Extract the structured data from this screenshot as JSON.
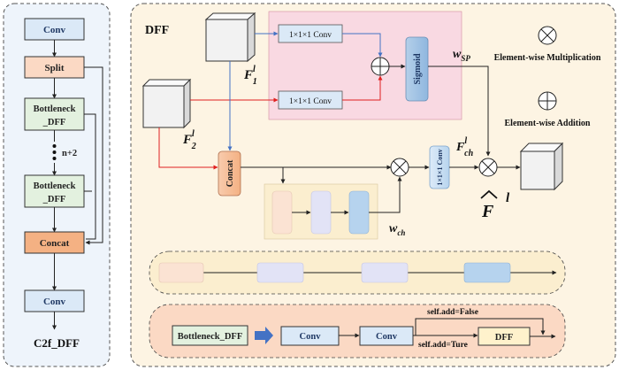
{
  "left_panel": {
    "title": "C2f_DFF",
    "blocks": {
      "conv_top": "Conv",
      "split": "Split",
      "bottleneck1_line1": "Bottleneck",
      "bottleneck1_line2": "_DFF",
      "repeat_label": "n+2",
      "bottleneck2_line1": "Bottleneck",
      "bottleneck2_line2": "_DFF",
      "concat": "Concat",
      "conv_bottom": "Conv"
    }
  },
  "right_panel": {
    "title": "DFF",
    "conv_top": "1×1×1 Conv",
    "conv_mid": "1×1×1 Conv",
    "sigmoid": "Sigmoid",
    "w_sp": "w",
    "w_sp_sub": "SP",
    "f1": "F",
    "f1_sup": "l",
    "f1_sub": "1",
    "f2": "F",
    "f2_sup": "l",
    "f2_sub": "2",
    "concat": "Concat",
    "conv_ch": "1×1×1 Conv",
    "fch": "F",
    "fch_sup": "l",
    "fch_sub": "ch",
    "w_ch": "w",
    "w_ch_sub": "ch",
    "fhat": "F",
    "fhat_sup": "l",
    "legend_mult": "Element-wise Multiplication",
    "legend_add": "Element-wise Addition",
    "bottleneck_label": "Bottleneck_DFF",
    "b_conv1": "Conv",
    "b_conv2": "Conv",
    "b_dff": "DFF",
    "add_false": "self.add=False",
    "add_true": "self.add=Ture"
  },
  "colors": {
    "left_bg": "#eef4fb",
    "right_bg": "#fdf4e3",
    "pink_region": "#f9d9e2",
    "conv_blue": "#dbe9f7",
    "split_orange": "#fbd9c4",
    "bottleneck_green": "#e3f1df",
    "concat_orange": "#f4b183",
    "dff_yellow": "#fff2cc",
    "sigmoid_blue": "#9dc3e6",
    "red_arrow": "#e02020",
    "blue_arrow": "#4472c4"
  }
}
